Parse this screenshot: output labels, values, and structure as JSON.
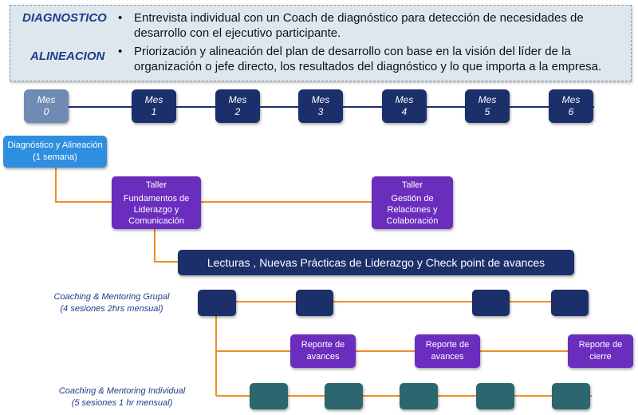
{
  "header": {
    "label_1": "DIAGNOSTICO",
    "label_2": "ALINEACION",
    "bullet_symbol": "•",
    "bullet_1": "Entrevista individual con un Coach de diagnóstico para detección de necesidades de desarrollo con el ejecutivo participante.",
    "bullet_2": "Priorización y alineación del plan de desarrollo con base en la visión del líder de la organización o jefe directo, los resultados del diagnóstico y lo que importa a la empresa."
  },
  "timeline": {
    "months": [
      {
        "label": "Mes",
        "num": "0"
      },
      {
        "label": "Mes",
        "num": "1"
      },
      {
        "label": "Mes",
        "num": "2"
      },
      {
        "label": "Mes",
        "num": "3"
      },
      {
        "label": "Mes",
        "num": "4"
      },
      {
        "label": "Mes",
        "num": "5"
      },
      {
        "label": "Mes",
        "num": "6"
      }
    ]
  },
  "diagnostico_box": {
    "line1": "Diagnóstico y Alineación",
    "line2": "(1 semana)"
  },
  "taller_1": {
    "title": "Taller",
    "l1": "Fundamentos de",
    "l2": "Liderazgo y",
    "l3": "Comunicación"
  },
  "taller_2": {
    "title": "Taller",
    "l1": "Gestión de",
    "l2": "Relaciones y",
    "l3": "Colaboración"
  },
  "lecturas": "Lecturas , Nuevas Prácticas de Liderazgo y Check point de avances",
  "grupal": {
    "line1": "Coaching & Mentoring Grupal",
    "line2": "(4 sesiones 2hrs mensual)"
  },
  "reportes": [
    {
      "l1": "Reporte de",
      "l2": "avances"
    },
    {
      "l1": "Reporte de",
      "l2": "avances"
    },
    {
      "l1": "Reporte de",
      "l2": "cierre"
    }
  ],
  "individual": {
    "line1": "Coaching & Mentoring Individual",
    "line2": "(5 sesiones 1 hr mensual)"
  },
  "colors": {
    "navy": "#1b2f6a",
    "mes0": "#6f8bb3",
    "purple": "#6a2dbe",
    "teal": "#2e6670",
    "light_blue": "#2e8fe0",
    "orange": "#f28c28",
    "label_blue": "#1f3a8a"
  }
}
